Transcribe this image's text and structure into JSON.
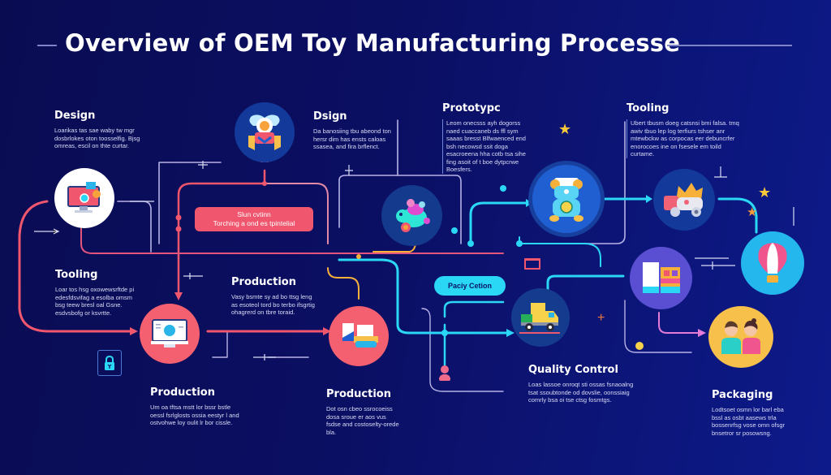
{
  "title": "Overview of OEM Toy Manufacturing Processe",
  "colors": {
    "background": "#0b0f63",
    "wire_pink": "#f0566d",
    "wire_cyan": "#2ad8f5",
    "wire_lavender": "#b7b2e6",
    "wire_orange": "#f5b13a",
    "node_white": "#ffffff",
    "node_navy": "#133a9a",
    "node_coral": "#f4606f",
    "node_blue": "#1f5fd1",
    "node_sky": "#24b7ee",
    "node_yellow": "#f7c04a",
    "node_purple": "#5a4fd2"
  },
  "blocks": {
    "design_left": {
      "heading": "Design",
      "body": "Loarikas tas sae waby tw mgr dosbrlokes oton toosselfig. Bjsg omreas, escil on thte curtar."
    },
    "design_top": {
      "heading": "Dsign",
      "body": "Da banosiing tbu abeond ton hersr dim has ensts caloas ssasea, and fira brflenct."
    },
    "prototype": {
      "heading": "Prototypc",
      "body": "Leom onecsss ayh dogorss naed cuaccaneb ds ffl sym saaas bresst Blfwaenced end bsh necowsd ssit doga esacroeena hha cotb tsa sihe fing asoit of t boe dytpcrwe Boesfers."
    },
    "tooling_top": {
      "heading": "Tooling",
      "body": "Ubert tbusm doeg catsnsi bmi falsa. tmq awiv tbuo lep log terfiurs tshser anr mtewbckw as corpocas eer debuncrfer enorocoes ine on fsesele em toild curtame."
    },
    "tooling_left": {
      "heading": "Tooling",
      "body": "Loar tos hsg oxowewsrftde pi edesfdsvifag a esolba omsm bsg teew bresl oal Gsne. esdvsbofg or ksvrtte."
    },
    "production_mid": {
      "heading": "Production",
      "body": "Vasy bsmte sy ad bo ttsg leng as esoteol tord bo terbo ifsgrtig ohagrerd on tbre toraid."
    },
    "production_bottom_left": {
      "heading": "Production",
      "body": "Um oa tftsa mstt lor bssr bstle oessl fsrlglosts ossia eestyr l and ostvohwe loy oulit lr bor cissle."
    },
    "production_bottom_mid": {
      "heading": "Production",
      "body": "Dot osn cbeo ssrocoeiss dosa sroue er aos vus fsdse and costoselty-orede bla."
    },
    "quality_control": {
      "heading": "Quality Control",
      "body": "Loas lassoe onroqt sti ossas fsnaoalng tsat ssoubtonde od dovslie, oonssiaig comrly bsa oi tse ctsg fosmtgs."
    },
    "packaging": {
      "heading": "Packaging",
      "body": "Lodtsoet osmn lor barl eba bssl as osbt aasews trla bossenrfsg vose omn ofsgr bnsetror sr posowsng."
    }
  },
  "pills": {
    "red": {
      "line1": "Slun cvtinn",
      "line2": "Torching a ond es tpintelial"
    },
    "cyan": {
      "label": "Paciy Cetion"
    }
  },
  "nodes": [
    {
      "id": "design-monitor",
      "icon": "monitor-icon"
    },
    {
      "id": "design-robot",
      "icon": "robot-toy-icon"
    },
    {
      "id": "prototype-creature",
      "icon": "dinosaur-toy-icon"
    },
    {
      "id": "prototype-bear",
      "icon": "teddy-bear-icon"
    },
    {
      "id": "tooling-truck",
      "icon": "toy-truck-crown-icon"
    },
    {
      "id": "packaging-balloon",
      "icon": "hot-air-balloon-icon"
    },
    {
      "id": "packaging-boxes",
      "icon": "boxes-icon"
    },
    {
      "id": "production-computer",
      "icon": "computer-icon"
    },
    {
      "id": "production-car",
      "icon": "toy-car-icon"
    },
    {
      "id": "qc-truck",
      "icon": "delivery-truck-icon"
    },
    {
      "id": "packaging-people",
      "icon": "people-icon"
    }
  ]
}
